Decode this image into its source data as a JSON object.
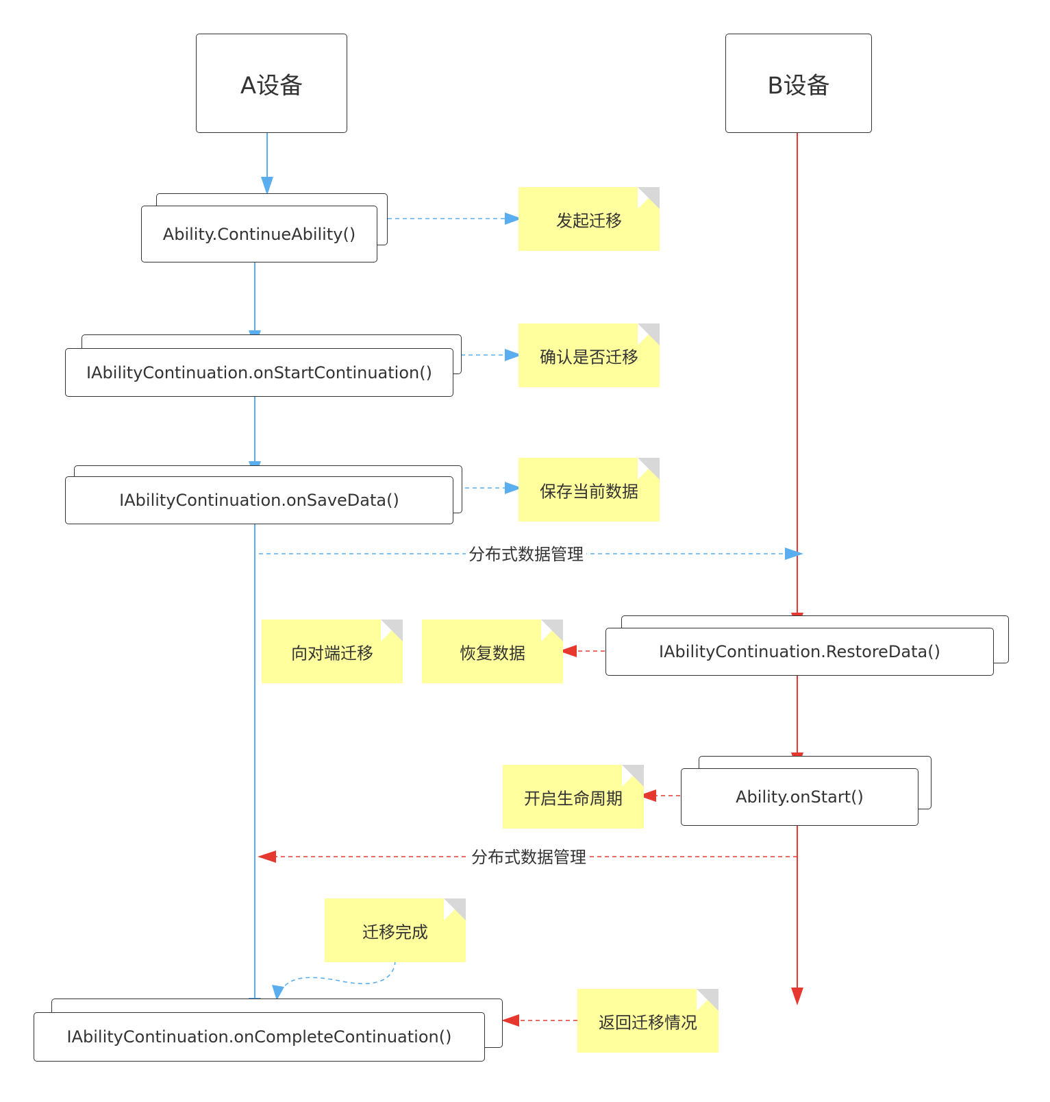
{
  "colors": {
    "device_a": "#5aaef0",
    "device_b": "#e5392f",
    "note_fill": "#ffff9e",
    "border": "#333333"
  },
  "lanes": {
    "device_a": {
      "title": "A设备"
    },
    "device_b": {
      "title": "B设备"
    }
  },
  "steps": {
    "continue_ability": "Ability.ContinueAbility()",
    "on_start_continuation": "IAbilityContinuation.onStartContinuation()",
    "on_save_data": "IAbilityContinuation.onSaveData()",
    "restore_data": "IAbilityContinuation.RestoreData()",
    "on_start": "Ability.onStart()",
    "on_complete_continuation": "IAbilityContinuation.onCompleteContinuation()"
  },
  "notes": {
    "initiate_migration": "发起迁移",
    "confirm_migration": "确认是否迁移",
    "save_current_data": "保存当前数据",
    "migrate_to_peer": "向对端迁移",
    "restore_data": "恢复数据",
    "start_lifecycle": "开启生命周期",
    "migration_complete": "迁移完成",
    "return_migration_status": "返回迁移情况"
  },
  "edge_labels": {
    "a_to_b": "分布式数据管理",
    "b_to_a": "分布式数据管理"
  }
}
